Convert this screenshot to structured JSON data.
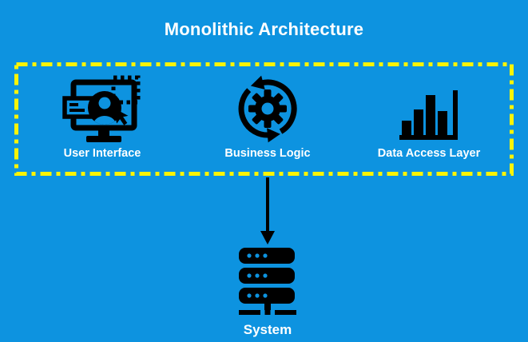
{
  "title": "Monolithic Architecture",
  "colors": {
    "background": "#0d93e0",
    "boundary_dash": "#fdf402",
    "icon_black": "#000000",
    "text_white": "#ffffff"
  },
  "boundary_box": {
    "style": "dash-dot",
    "components": [
      {
        "label": "User Interface",
        "icon": "monitor-user-icon"
      },
      {
        "label": "Business Logic",
        "icon": "gear-sync-icon"
      },
      {
        "label": "Data Access Layer",
        "icon": "bar-chart-icon"
      }
    ]
  },
  "connector": {
    "type": "arrow-down",
    "from": "Business Logic",
    "to": "System"
  },
  "system": {
    "label": "System",
    "icon": "server-stack-icon"
  }
}
